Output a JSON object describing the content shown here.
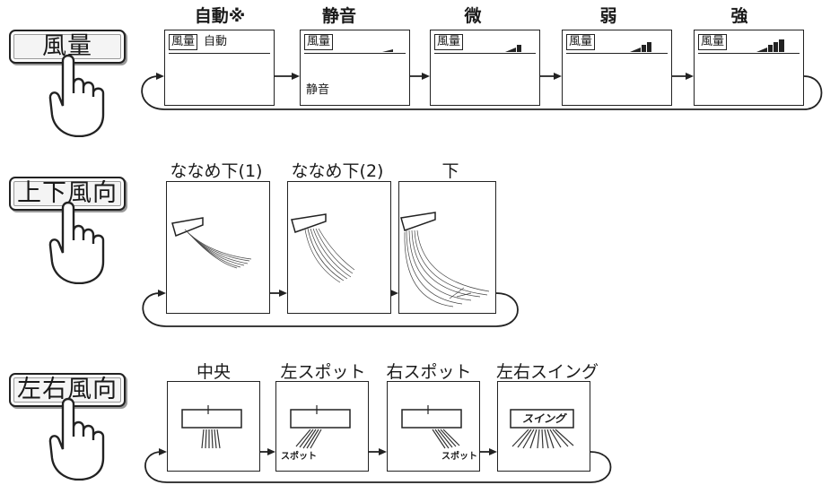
{
  "rows": [
    {
      "button": "風量",
      "labels": [
        "自動※",
        "静音",
        "微",
        "弱",
        "強"
      ],
      "lcd_tag": "風量",
      "lcd_auto": "自動",
      "lcd_sub": "静音",
      "bar_levels": [
        0,
        1,
        2,
        3,
        4
      ]
    },
    {
      "button": "上下風向",
      "labels": [
        "ななめ下(1)",
        "ななめ下(2)",
        "下"
      ]
    },
    {
      "button": "左右風向",
      "labels": [
        "中央",
        "左スポット",
        "右スポット",
        "左右スイング"
      ],
      "spot_text": "スポット",
      "swing_text": "スイング"
    }
  ],
  "icons": [
    "hand-press-icon",
    "air-conditioner-icon",
    "airflow-icon",
    "fan-speed-bars-icon",
    "cycle-arrow-icon"
  ],
  "colors": {
    "ink": "#1a1a1a",
    "button_bg": "#f4f4f4"
  }
}
